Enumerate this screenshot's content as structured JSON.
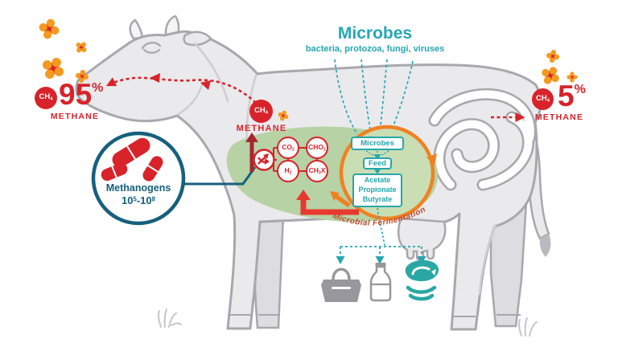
{
  "header": {
    "title": "Microbes",
    "subtitle": "bacteria, protozoa, fungi, viruses"
  },
  "emissions": {
    "mouth": {
      "gas": "CH",
      "gas_sub": "4",
      "percent": "95",
      "percent_sign": "%",
      "label": "METHANE"
    },
    "rear": {
      "gas": "CH",
      "gas_sub": "4",
      "percent": "5",
      "percent_sign": "%",
      "label": "METHANE"
    },
    "belch": {
      "gas": "CH",
      "gas_sub": "4",
      "label": "METHANE"
    }
  },
  "methanogens": {
    "label": "Methanogens",
    "range_base1": "10",
    "range_exp1": "5",
    "range_sep": "-",
    "range_base2": "10",
    "range_exp2": "8"
  },
  "rumen": {
    "chemicals": [
      {
        "pre": "CO",
        "sub": "2",
        "post": ""
      },
      {
        "pre": "CHO",
        "sub": "2",
        "post": ""
      },
      {
        "pre": "H",
        "sub": "2",
        "post": ""
      },
      {
        "pre": "CH",
        "sub": "3",
        "post": "X"
      }
    ],
    "cycle": {
      "microbes": "Microbes",
      "feed": "Feed",
      "vfa": [
        "Acetate",
        "Propionate",
        "Butyrate"
      ],
      "fermentation": "Microbial Fermentation"
    }
  },
  "products": {
    "items": [
      "shopping-bag",
      "milk-bottle",
      "meat"
    ]
  },
  "colors": {
    "red": "#d8232a",
    "dark_red": "#aa2430",
    "bright_red": "#e8392f",
    "orange": "#f08122",
    "molecule_orange": "#f5991f",
    "teal": "#26a6b5",
    "box_teal": "#26a6ad",
    "navy": "#16607c",
    "rumen_green": "#b7d2a4",
    "cycle_green": "#c9deb3",
    "cow_fill": "#eaeaec",
    "cow_stroke": "#a7a7ad",
    "icon_gray": "#97979d",
    "fermentation_text": "#bf4a2e"
  }
}
